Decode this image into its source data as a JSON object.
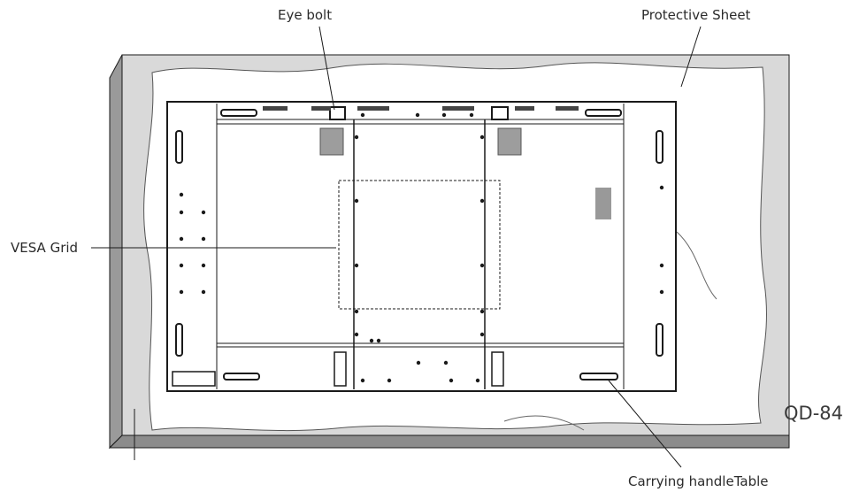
{
  "labels": {
    "eye_bolt": "Eye bolt",
    "protective_sheet": "Protective Sheet",
    "vesa_grid": "VESA Grid",
    "carrying_handle_table": "Carrying handleTable",
    "model_code": "QD-84"
  },
  "colors": {
    "line": "#1a1a1a",
    "table_top": "#d9d9d9",
    "table_side": "#9a9a9a",
    "sheet": "#ffffff",
    "monitor_back": "#ffffff",
    "vent": "#444444"
  },
  "icons": {
    "eye_bolt": "eye-bolt-icon",
    "handle": "carrying-handle-icon",
    "label_sticker": "label-sticker-icon",
    "bracket": "stand-bracket-icon"
  }
}
